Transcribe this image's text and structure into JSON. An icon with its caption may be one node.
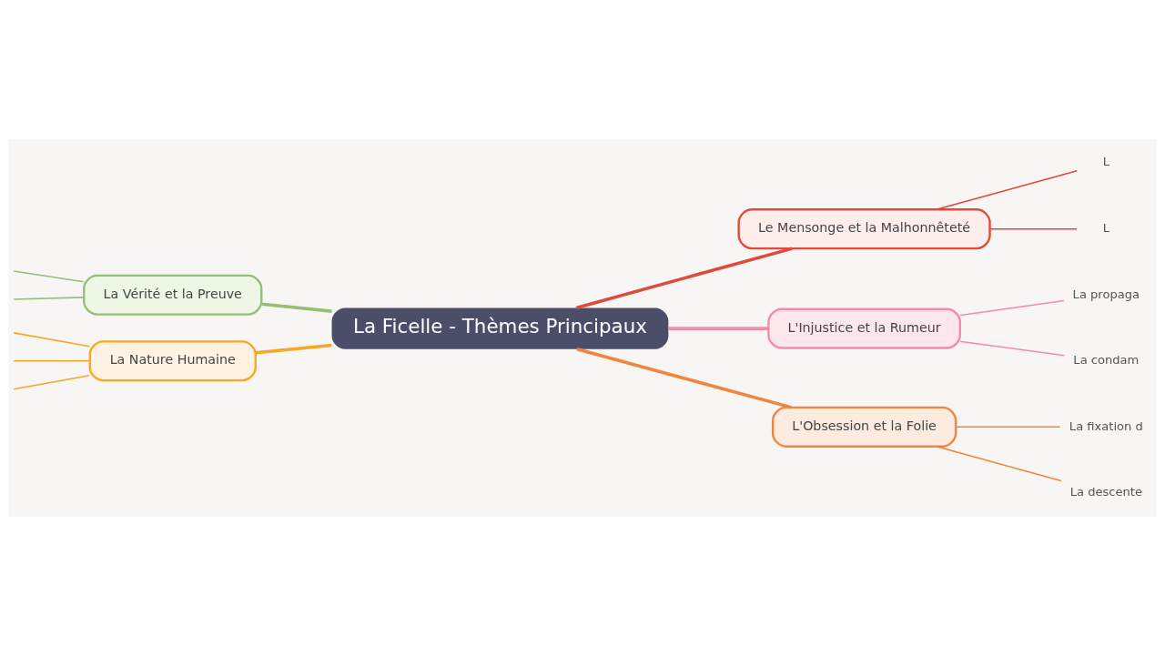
{
  "diagram": {
    "nodes": [
      {
        "text": [
          "La Ficelle - Thèmes Principaux"
        ]
      },
      {
        "text": [
          "Le Mensonge et la Malhonnêteté"
        ]
      },
      {
        "text": [
          "L'Injustice et la Rumeur"
        ]
      },
      {
        "text": [
          "L'Obsession et la Folie"
        ]
      },
      {
        "text": [
          "La Vérité et la Preuve"
        ]
      },
      {
        "text": [
          "La Nature Humaine"
        ]
      },
      {
        "text": [
          "L"
        ]
      },
      {
        "text": [
          "L"
        ]
      },
      {
        "text": [
          "La propaga"
        ]
      },
      {
        "text": [
          "La condam"
        ]
      },
      {
        "text": [
          "La fixation d"
        ]
      },
      {
        "text": [
          "La descente"
        ]
      }
    ],
    "edges": [
      {
        "from": 0,
        "to": 1,
        "arrow": "none",
        "style": "thick",
        "color": "#e04a3c"
      },
      {
        "from": 0,
        "to": 2,
        "arrow": "none",
        "style": "thick",
        "color": "#f58ca5"
      },
      {
        "from": 0,
        "to": 3,
        "arrow": "none",
        "style": "thick",
        "color": "#f0853f"
      },
      {
        "from": 0,
        "to": 4,
        "arrow": "none",
        "style": "thick",
        "color": "#97bd78"
      },
      {
        "from": 0,
        "to": 5,
        "arrow": "none",
        "style": "thick",
        "color": "#f7a823"
      },
      {
        "from": 1,
        "to": 6,
        "arrow": "none",
        "color": "#e04a3c"
      },
      {
        "from": 1,
        "to": 7,
        "arrow": "none",
        "color": "#e04a3c"
      },
      {
        "from": 2,
        "to": 8,
        "arrow": "none",
        "color": "#f58ca5"
      },
      {
        "from": 2,
        "to": 9,
        "arrow": "none",
        "color": "#f58ca5"
      },
      {
        "from": 3,
        "to": 10,
        "arrow": "none",
        "color": "#f0853f"
      },
      {
        "from": 3,
        "to": 11,
        "arrow": "none",
        "color": "#f0853f"
      },
      {
        "from": 4,
        "to": null,
        "arrow": "none",
        "color": "#97bd78"
      },
      {
        "from": 4,
        "to": null,
        "arrow": "none",
        "color": "#97bd78"
      },
      {
        "from": 5,
        "to": null,
        "arrow": "none",
        "color": "#f7a823"
      },
      {
        "from": 5,
        "to": null,
        "arrow": "none",
        "color": "#f7a823"
      },
      {
        "from": 5,
        "to": null,
        "arrow": "none",
        "color": "#f7a823"
      }
    ]
  }
}
